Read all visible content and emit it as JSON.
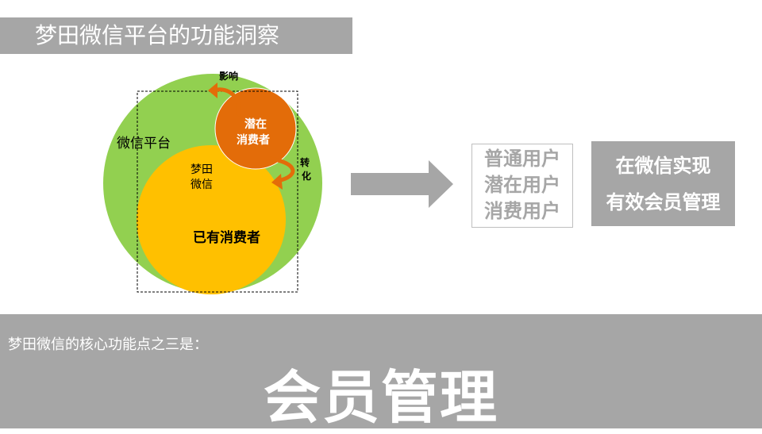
{
  "title": "梦田微信平台的功能洞察",
  "diagram": {
    "platform_label": "微信平台",
    "mengtian_label_line1": "梦田",
    "mengtian_label_line2": "微信",
    "existing_label": "已有消费者",
    "potential_line1": "潜在",
    "potential_line2": "消费者",
    "influence_label": "影响",
    "convert_line1": "转",
    "convert_line2": "化",
    "colors": {
      "green": "#92d050",
      "yellow": "#ffc000",
      "orange": "#e36c09"
    }
  },
  "user_types": [
    "普通用户",
    "潜在用户",
    "消费用户"
  ],
  "goal": {
    "line1": "在微信实现",
    "line2": "有效会员管理"
  },
  "bottom": {
    "subtitle": "梦田微信的核心功能点之三是：",
    "headline": "会员管理"
  }
}
